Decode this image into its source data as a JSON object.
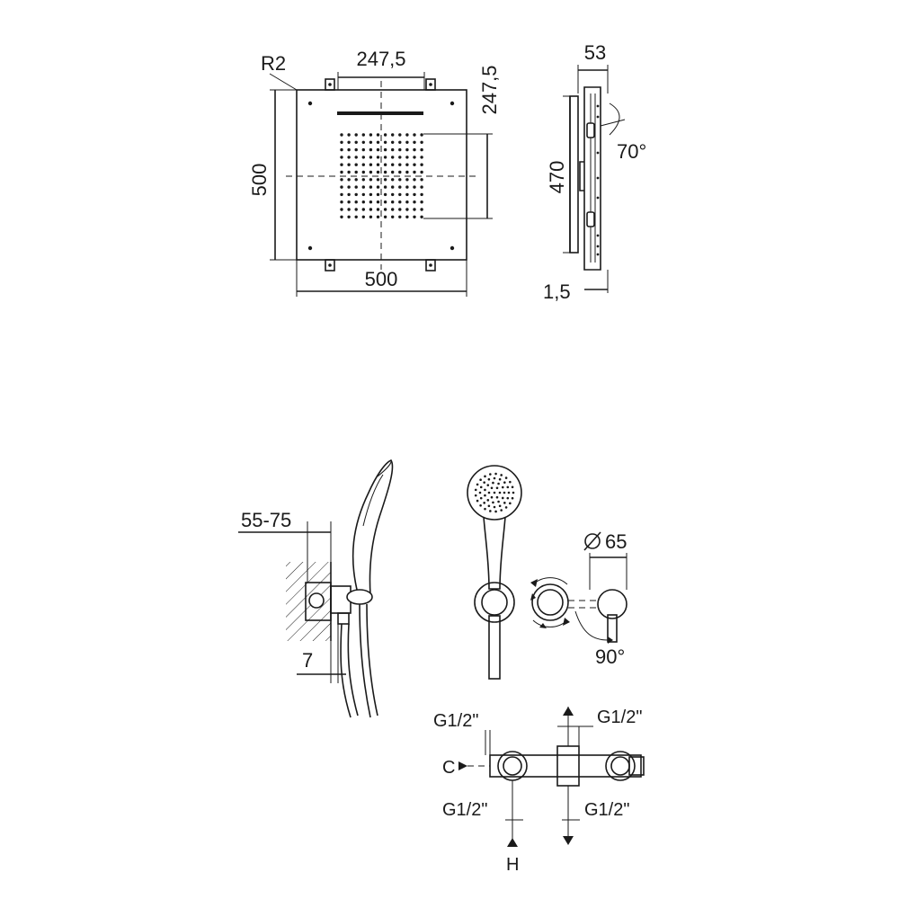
{
  "top_view": {
    "label_radius": "R2",
    "dim_top_width": "247,5",
    "dim_top_height": "247,5",
    "dim_height": "500",
    "dim_width": "500"
  },
  "side_view": {
    "dim_depth": "53",
    "dim_height": "470",
    "dim_angle": "70°",
    "dim_thickness": "1,5"
  },
  "hand_shower_side": {
    "dim_projection": "55-75",
    "dim_gap": "7"
  },
  "hand_shower_front": {
    "dim_diameter": "65",
    "dim_rotation": "90°"
  },
  "connections": {
    "label_top_left": "G1/2\"",
    "label_top_right": "G1/2\"",
    "label_bottom_left": "G1/2\"",
    "label_bottom_right": "G1/2\"",
    "label_cold": "C",
    "label_hot": "H"
  },
  "colors": {
    "line": "#1a1a1a",
    "background": "#ffffff"
  }
}
